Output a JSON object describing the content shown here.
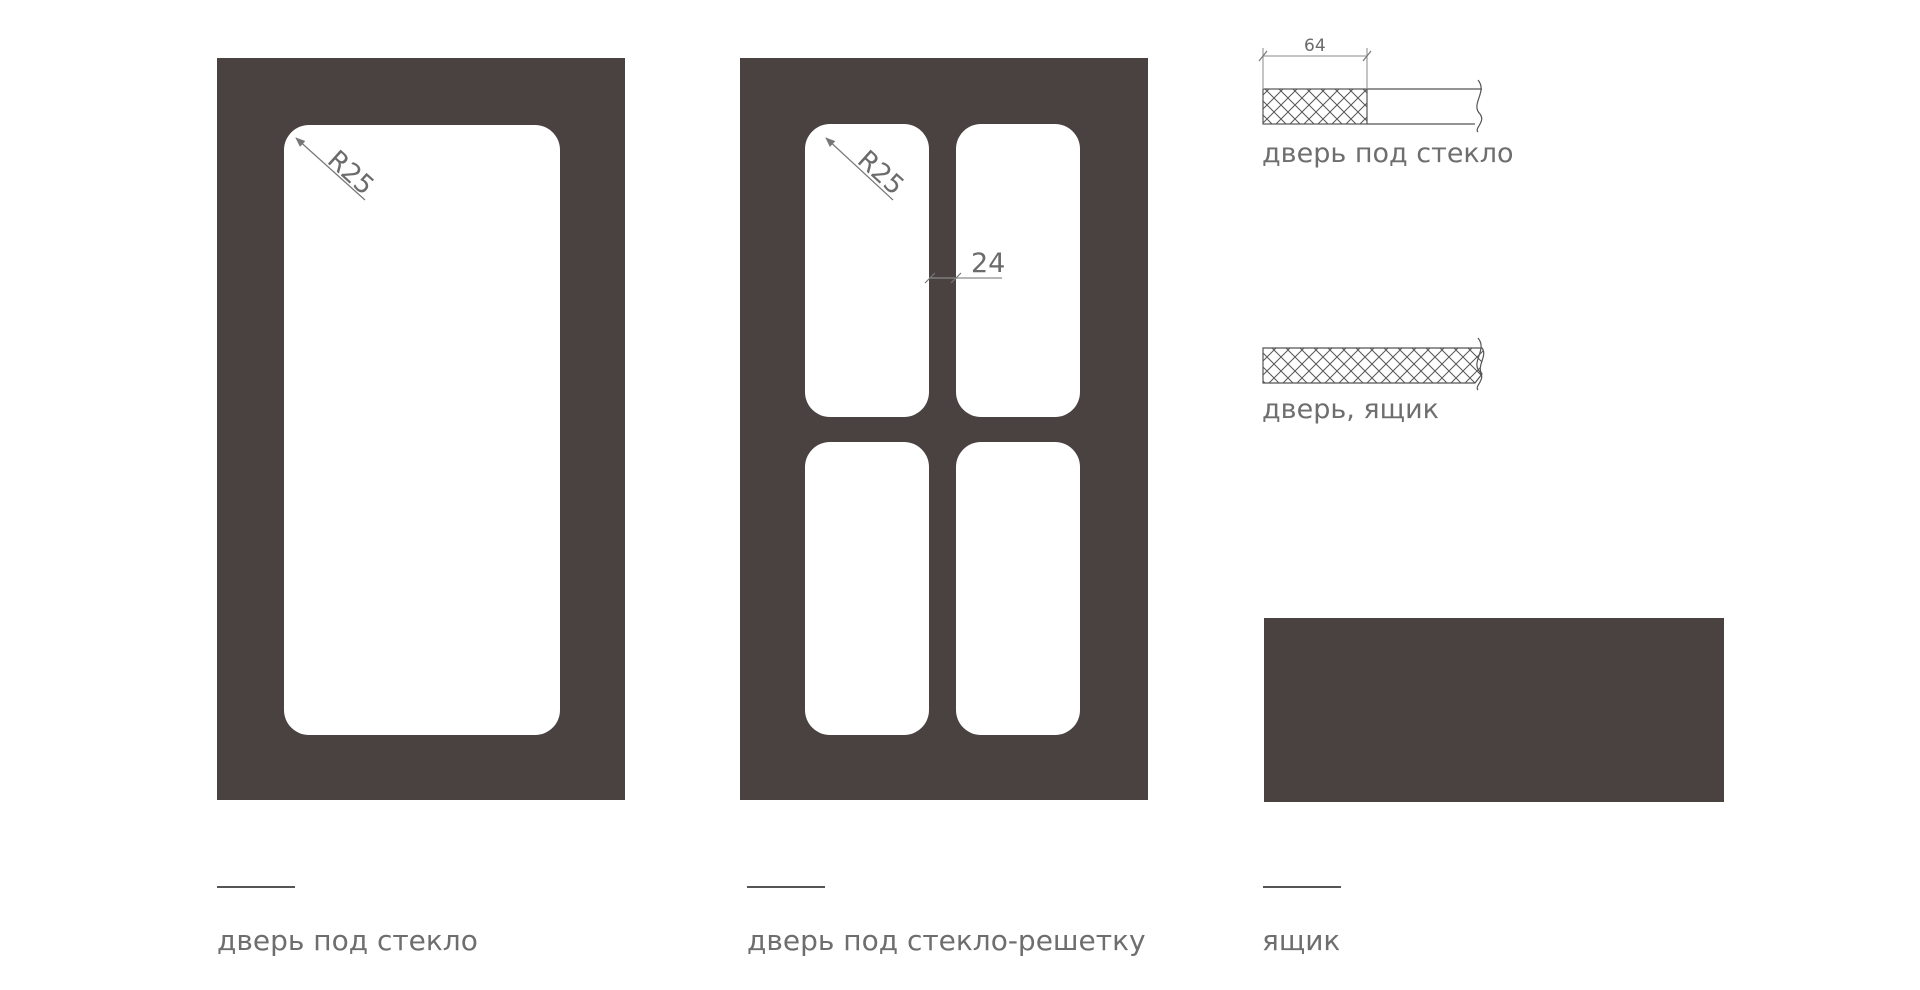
{
  "colors": {
    "panel": "#4a4141",
    "background": "#ffffff",
    "dimension_line": "#8a8a8a",
    "text": "#6b6b6b"
  },
  "door_glass": {
    "radius_label": "R25",
    "caption": "дверь под стекло"
  },
  "door_grid": {
    "radius_label": "R25",
    "mullion_label": "24",
    "caption": "дверь под стекло-решетку"
  },
  "profiles": {
    "glass": {
      "width_label": "64",
      "caption": "дверь под стекло"
    },
    "solid": {
      "caption": "дверь, ящик"
    }
  },
  "drawer": {
    "caption": "ящик"
  }
}
